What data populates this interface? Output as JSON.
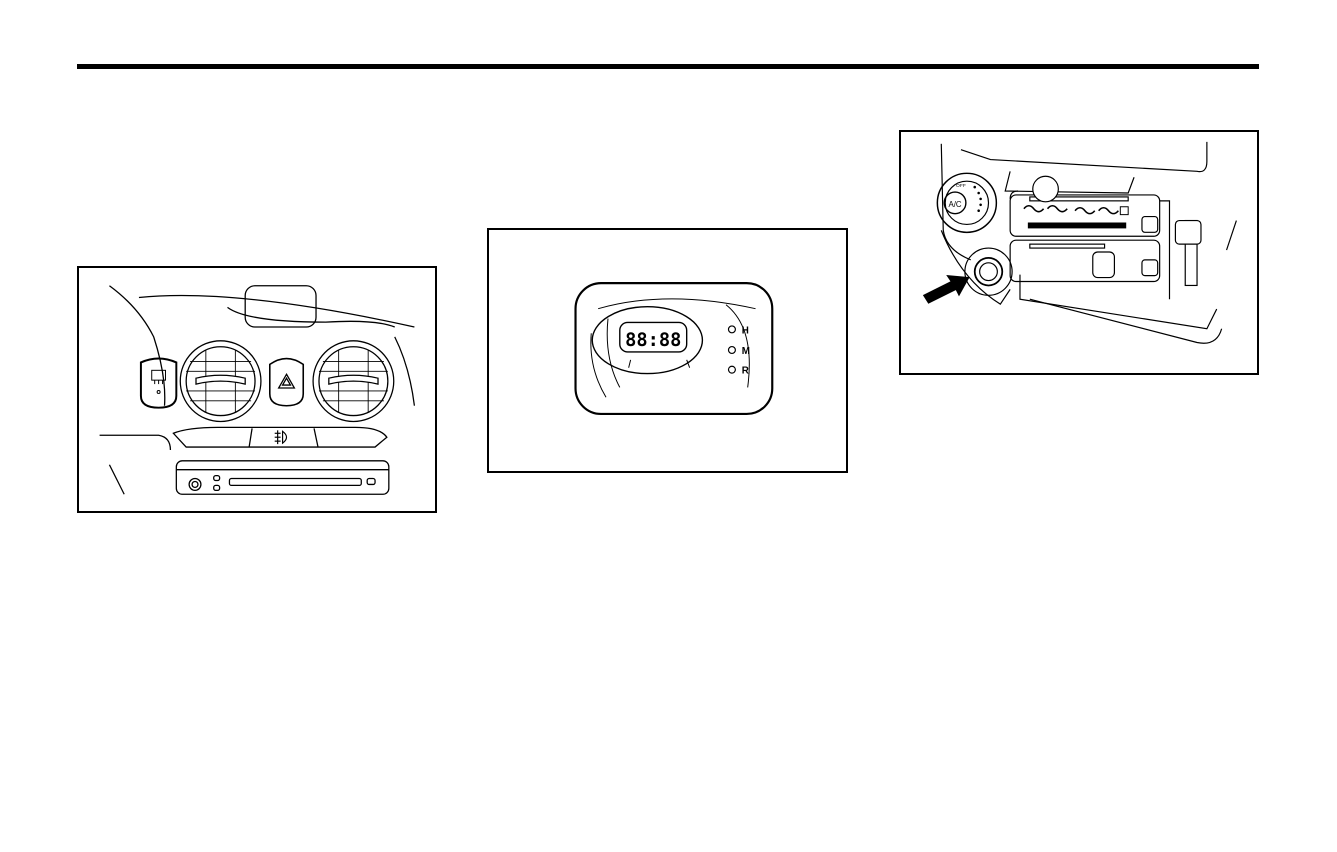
{
  "figures": {
    "dashboard": {
      "icons": [
        "rear-defroster-icon",
        "hazard-triangle-icon",
        "fog-light-icon"
      ]
    },
    "clock": {
      "display": "88:88",
      "buttons": [
        "H",
        "M",
        "R"
      ]
    },
    "hvac": {
      "ac_label": "A/C",
      "off_label": "OFF",
      "icons": [
        "arrow-icon",
        "air-mode-icons",
        "recirculation-icon"
      ]
    }
  }
}
